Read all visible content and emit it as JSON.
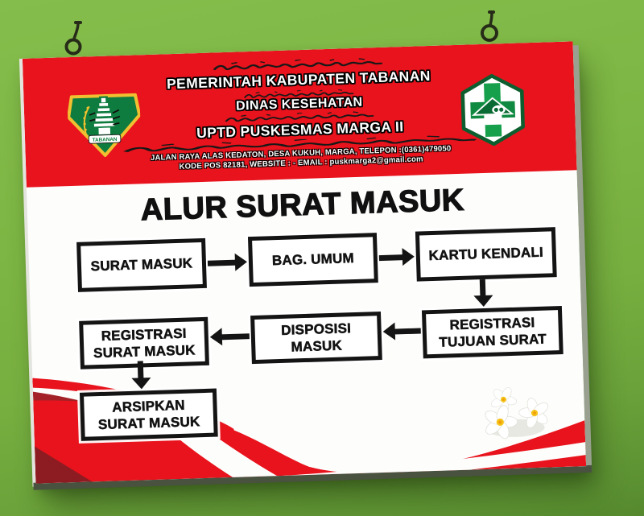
{
  "wall": {
    "color": "#7cb342",
    "hooks": [
      "left-wall-hook",
      "right-wall-hook"
    ]
  },
  "board": {
    "header": {
      "bg_color": "#e8131c",
      "org_line1": "PEMERINTAH KABUPATEN TABANAN",
      "org_line2": "DINAS KESEHATAN",
      "org_line3": "UPTD PUSKESMAS MARGA II",
      "address_line1": "JALAN RAYA ALAS KEDATON, DESA KUKUH, MARGA, TELEPON :(0361)479050",
      "address_line2": "KODE POS 82181, WEBSITE : - EMAIL : puskmarga2@gmail.com",
      "crest_text": "TABANAN"
    },
    "title": "ALUR SURAT MASUK",
    "flowchart": {
      "boxes": [
        {
          "id": "surat-masuk",
          "label": "SURAT MASUK"
        },
        {
          "id": "bag-umum",
          "label": "BAG. UMUM"
        },
        {
          "id": "kartu-kendali",
          "label": "KARTU KENDALI"
        },
        {
          "id": "registrasi-surat-masuk",
          "label": "REGISTRASI\nSURAT MASUK"
        },
        {
          "id": "disposisi-masuk",
          "label": "DISPOSISI\nMASUK"
        },
        {
          "id": "registrasi-tujuan-surat",
          "label": "REGISTRASI\nTUJUAN SURAT"
        },
        {
          "id": "arsipkan-surat-masuk",
          "label": "ARSIPKAN\nSURAT MASUK"
        }
      ],
      "connections": [
        {
          "from": "SURAT MASUK",
          "to": "BAG. UMUM",
          "direction": "right"
        },
        {
          "from": "BAG. UMUM",
          "to": "KARTU KENDALI",
          "direction": "right"
        },
        {
          "from": "KARTU KENDALI",
          "to": "REGISTRASI TUJUAN SURAT",
          "direction": "down"
        },
        {
          "from": "REGISTRASI TUJUAN SURAT",
          "to": "DISPOSISI MASUK",
          "direction": "left"
        },
        {
          "from": "DISPOSISI MASUK",
          "to": "REGISTRASI SURAT MASUK",
          "direction": "left"
        },
        {
          "from": "REGISTRASI SURAT MASUK",
          "to": "ARSIPKAN SURAT MASUK",
          "direction": "down"
        }
      ]
    },
    "icons": {
      "left_logo": "tabanan-regency-crest",
      "right_logo": "puskesmas-green-cross-logo",
      "script_decorations": "balinese-script-lines",
      "bottom_decoration": "red-wave-swoosh",
      "flowers": "frangipani-flowers"
    },
    "colors": {
      "red": "#e8131c",
      "dark_red": "#a32127",
      "maroon": "#8c1c22",
      "box_border": "#141414",
      "crest_green": "#0e7c3e",
      "crest_gold": "#f0c030",
      "cross_green": "#17a04b"
    }
  }
}
